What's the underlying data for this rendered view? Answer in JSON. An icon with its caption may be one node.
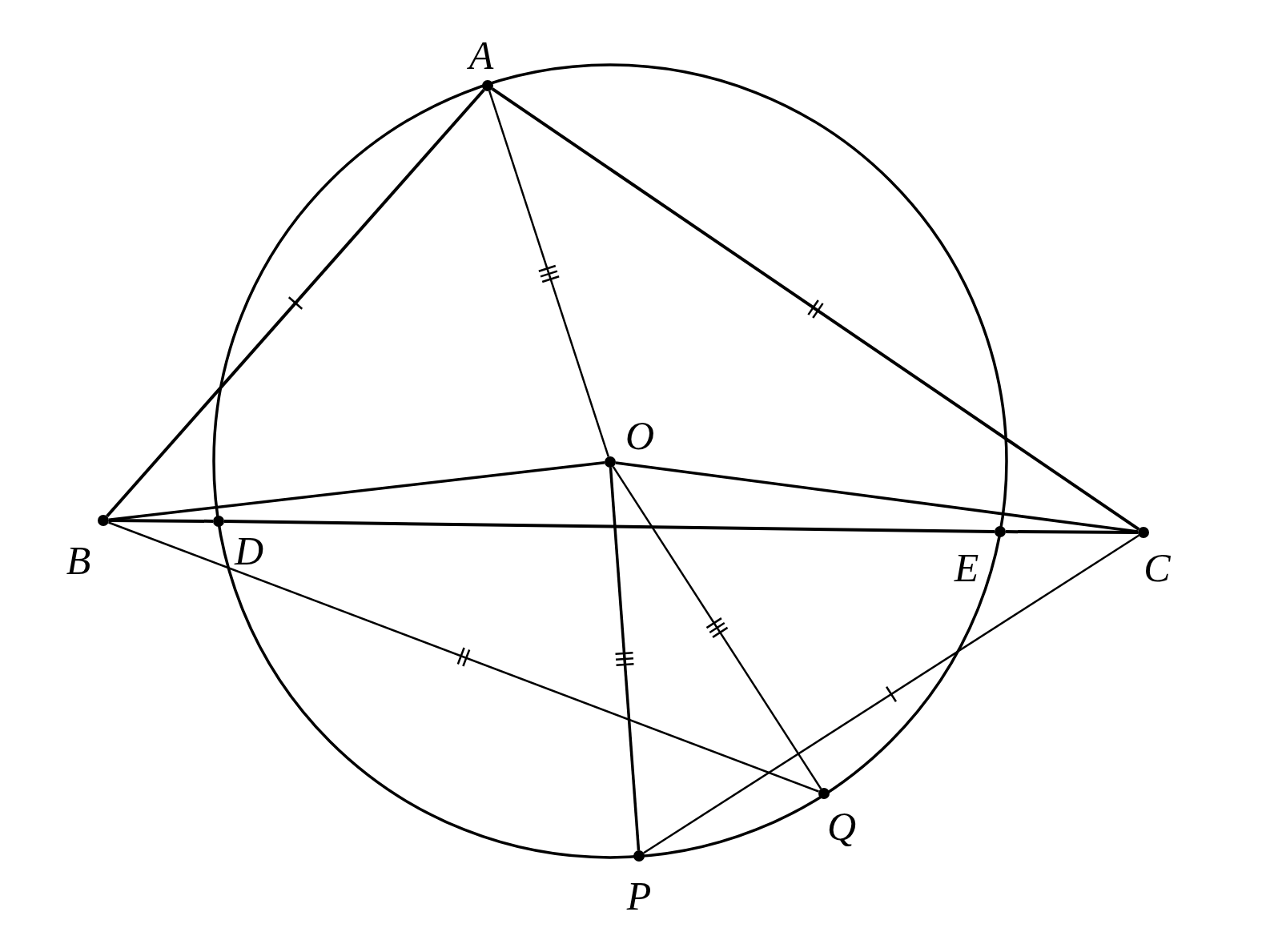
{
  "diagram": {
    "nodes": [
      {
        "text": [
          "A"
        ]
      },
      {
        "text": [
          "O"
        ]
      },
      {
        "text": [
          "B"
        ]
      },
      {
        "text": [
          "D"
        ]
      },
      {
        "text": [
          "E"
        ]
      },
      {
        "text": [
          "C"
        ]
      },
      {
        "text": [
          "Q"
        ]
      },
      {
        "text": [
          "P"
        ]
      }
    ],
    "edges": [
      {
        "from": 0,
        "to": 2,
        "arrow": "none"
      },
      {
        "from": 0,
        "to": 5,
        "arrow": "none"
      },
      {
        "from": 0,
        "to": 1,
        "arrow": "none"
      },
      {
        "from": 1,
        "to": 2,
        "arrow": "none"
      },
      {
        "from": 1,
        "to": 5,
        "arrow": "none"
      },
      {
        "from": 2,
        "to": 3,
        "arrow": "none"
      },
      {
        "from": 3,
        "to": 4,
        "arrow": "none"
      },
      {
        "from": 4,
        "to": 5,
        "arrow": "none"
      },
      {
        "from": 1,
        "to": 7,
        "arrow": "none"
      },
      {
        "from": 1,
        "to": 6,
        "arrow": "none"
      },
      {
        "from": 2,
        "to": 6,
        "arrow": "none"
      },
      {
        "from": 5,
        "to": 7,
        "arrow": "none"
      }
    ]
  }
}
